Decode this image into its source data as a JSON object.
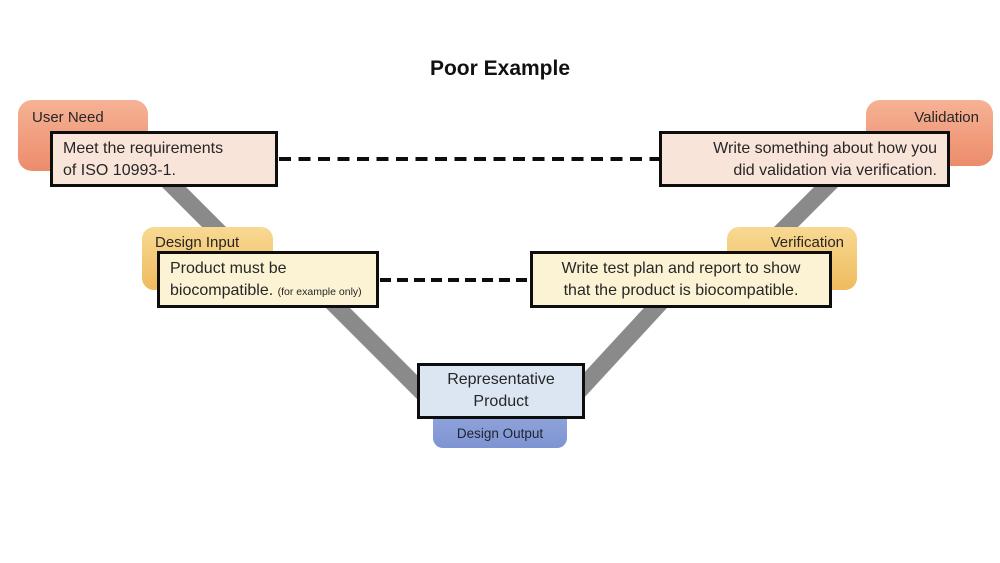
{
  "title": "Poor Example",
  "tabs": {
    "user_need": "User Need",
    "validation": "Validation",
    "design_input": "Design Input",
    "verification": "Verification",
    "design_output": "Design Output"
  },
  "boxes": {
    "user_need": {
      "line1": "Meet the requirements",
      "line2": "of ISO 10993-1."
    },
    "validation": {
      "line1": "Write something about how you",
      "line2": "did validation via verification."
    },
    "design_input": {
      "line1": "Product must be",
      "line2": "biocompatible.",
      "note": "(for example only)"
    },
    "verification": {
      "line1": "Write test plan and report to show",
      "line2": "that the product is biocompatible."
    },
    "center": {
      "line1": "Representative",
      "line2": "Product"
    }
  },
  "colors": {
    "tab_orange_top": "#f6b295",
    "tab_orange_bottom": "#ec8c6b",
    "tab_yellow_top": "#f8d993",
    "tab_yellow_bottom": "#efbb5e",
    "tab_blue_top": "#97abde",
    "tab_blue_bottom": "#7e94d2",
    "box_peach": "#f9e4da",
    "box_cream": "#fcf3d4",
    "box_blue": "#dbe6f2",
    "box_border": "#0d0d0d",
    "connector_gray": "#8a8a8a",
    "dash_black": "#0d0d0d",
    "text_dark": "#262626"
  }
}
